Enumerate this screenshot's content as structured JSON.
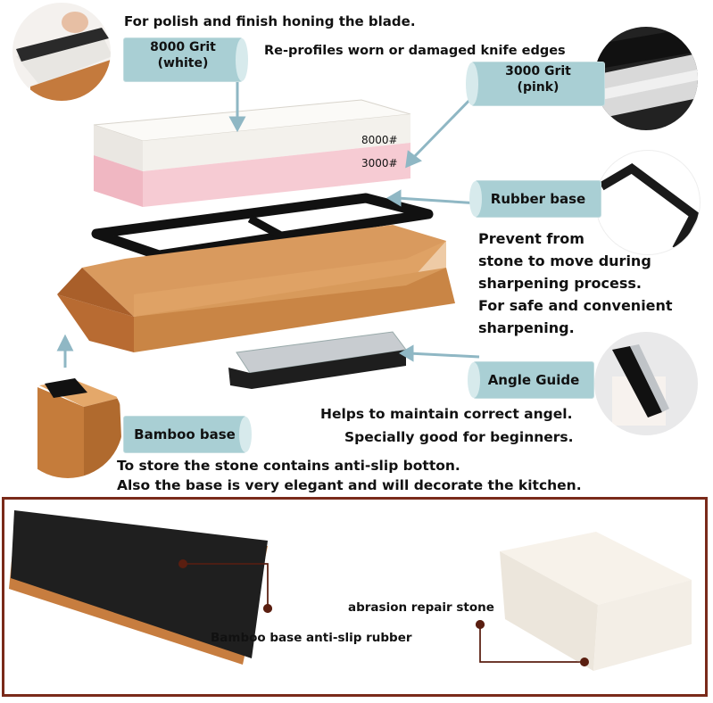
{
  "callouts": {
    "polish_text": "For polish and finish honing the blade.",
    "grit8000_tag": "8000 Grit\n(white)",
    "reprofile_text": "Re-profiles worn or damaged knife edges",
    "grit3000_tag": "3000 Grit\n(pink)",
    "rubber_base_tag": "Rubber base",
    "rubber_desc": [
      "Prevent from",
      "stone to move during",
      "sharpening process.",
      "For safe and convenient",
      "sharpening."
    ],
    "angle_guide_tag": "Angle Guide",
    "angle_desc": [
      "Helps to maintain correct angel.",
      "Specially good for beginners."
    ],
    "bamboo_base_tag": "Bamboo base",
    "bamboo_desc": [
      "To store the stone contains anti-slip botton.",
      "Also the base is very elegant and will decorate the kitchen."
    ]
  },
  "stone_labels": {
    "top": "8000#",
    "bottom": "3000#"
  },
  "bottom_panel": {
    "label_rubber": "Bamboo base anti-slip rubber",
    "label_repair": "abrasion repair stone"
  },
  "colors": {
    "tag_bg": "#a9cfd4",
    "arrow": "#8fb7c4",
    "frame_border": "#7a2a1a",
    "bamboo": "#c8864a",
    "pink_stone": "#f2c4cc",
    "white_stone": "#f2f0ec",
    "rubber": "#1c1c1c"
  }
}
